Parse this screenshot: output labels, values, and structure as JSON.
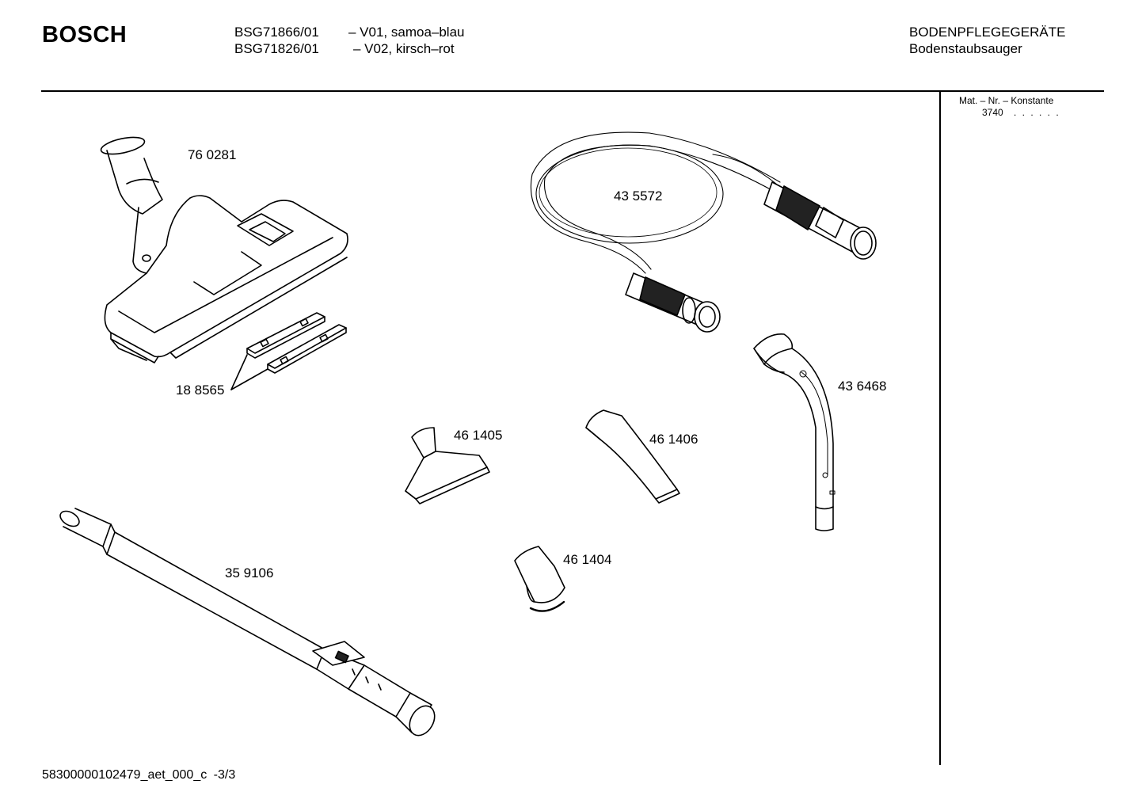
{
  "header": {
    "brand": "BOSCH",
    "models": [
      {
        "number": "BSG71866/01",
        "variant": "– V01, samoa–blau"
      },
      {
        "number": "BSG71826/01",
        "variant": "– V02, kirsch–rot"
      }
    ],
    "category": "BODENPFLEGEGERÄTE",
    "subcategory": "Bodenstaubsauger"
  },
  "sidebar": {
    "mat_label": "Mat. – Nr. – Konstante",
    "mat_value": "3740",
    "mat_dots": ". . . . . ."
  },
  "parts": {
    "floor_nozzle": "76 0281",
    "strips": "18 8565",
    "hose": "43 5572",
    "handle": "43 6468",
    "upholstery_nozzle": "46 1405",
    "crevice_nozzle": "46 1406",
    "small_nozzle": "46 1404",
    "tube": "35 9106"
  },
  "footer": {
    "document_id": "58300000102479_aet_000_c",
    "page": "-3/3"
  }
}
